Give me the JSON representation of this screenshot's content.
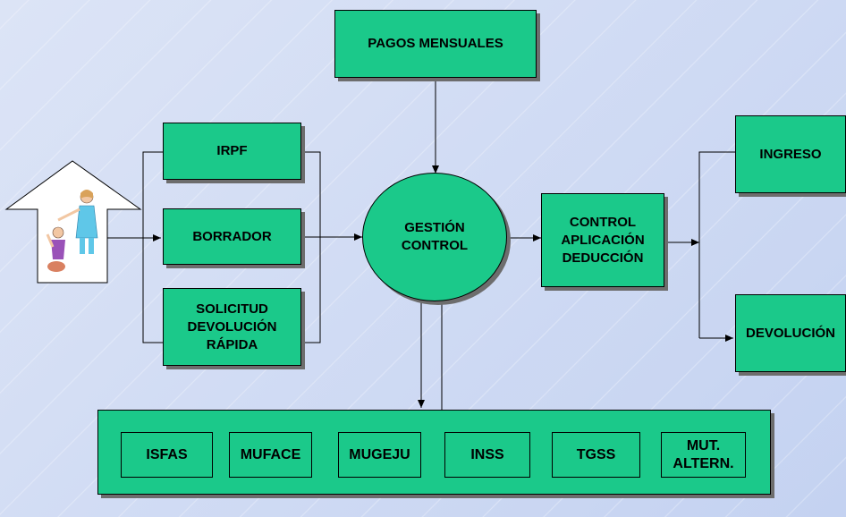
{
  "nodes": {
    "pagos": "PAGOS MENSUALES",
    "irpf": "IRPF",
    "borrador": "BORRADOR",
    "solicitud": "SOLICITUD\nDEVOLUCIÓN\nRÁPIDA",
    "gestion": "GESTIÓN\nCONTROL",
    "control": "CONTROL\nAPLICACIÓN\nDEDUCCIÓN",
    "ingreso": "INGRESO",
    "devolucion": "DEVOLUCIÓN"
  },
  "entities": [
    "ISFAS",
    "MUFACE",
    "MUGEJU",
    "INSS",
    "TGSS",
    "MUT.\nALTERN."
  ],
  "colors": {
    "box_fill": "#1bc98a",
    "shadow": "#6d6d6d",
    "background": "#cdd8f3"
  }
}
